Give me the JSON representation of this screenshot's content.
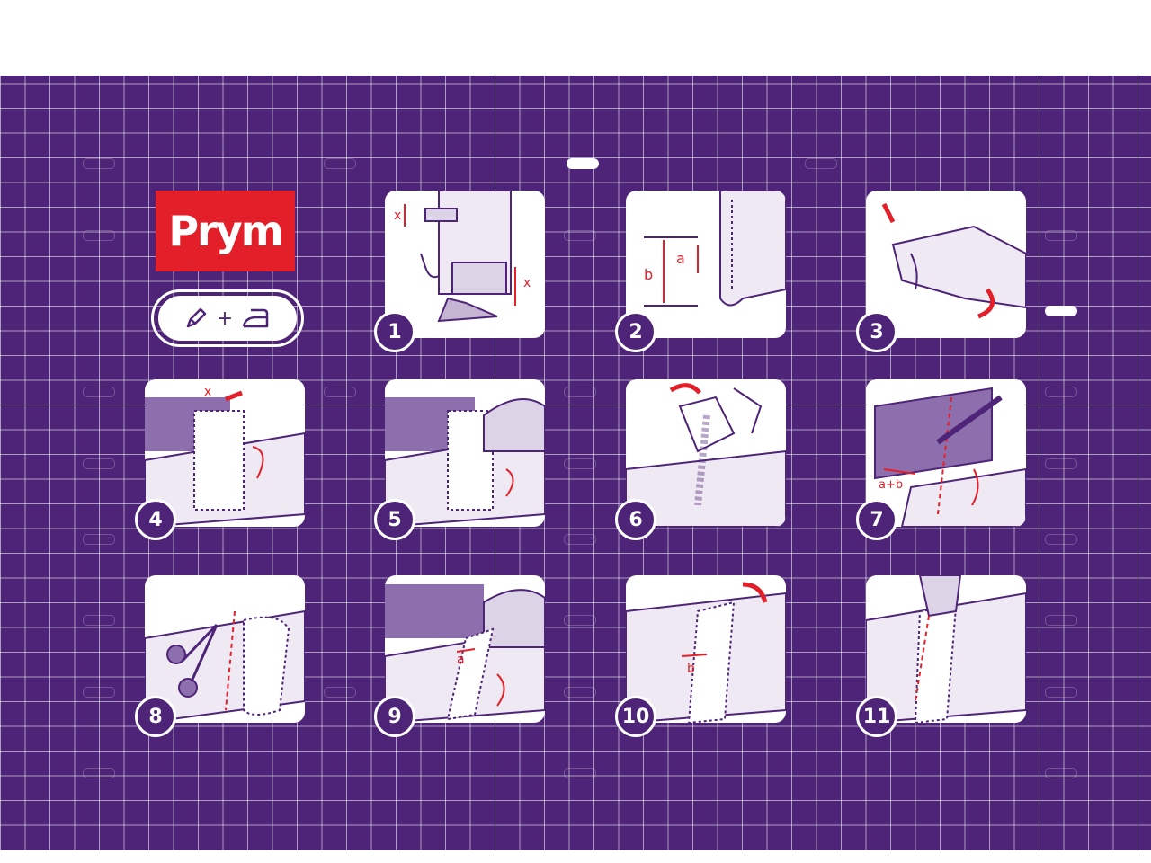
{
  "brand": {
    "logo_text": "Prym",
    "logo_color": "#e3202a"
  },
  "tools": {
    "plus_sign": "+",
    "icons": [
      "pencil-icon",
      "iron-icon"
    ]
  },
  "colors": {
    "background": "#4e2478",
    "accent": "#e3202a",
    "panel": "#ffffff"
  },
  "steps": [
    {
      "number": "1",
      "labels": [
        "x",
        "x"
      ]
    },
    {
      "number": "2",
      "labels": [
        "a",
        "b"
      ]
    },
    {
      "number": "3",
      "labels": []
    },
    {
      "number": "4",
      "labels": [
        "x"
      ]
    },
    {
      "number": "5",
      "labels": []
    },
    {
      "number": "6",
      "labels": []
    },
    {
      "number": "7",
      "labels": [
        "a+b"
      ]
    },
    {
      "number": "8",
      "labels": []
    },
    {
      "number": "9",
      "labels": [
        "a"
      ]
    },
    {
      "number": "10",
      "labels": [
        "b"
      ]
    },
    {
      "number": "11",
      "labels": []
    }
  ]
}
